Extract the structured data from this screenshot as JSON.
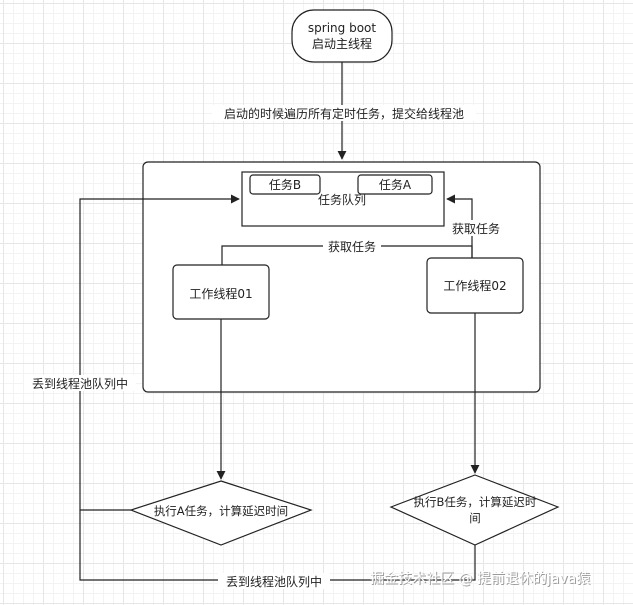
{
  "nodes": {
    "start_line1": "spring boot",
    "start_line2": "启动主线程",
    "task_b": "任务B",
    "task_a": "任务A",
    "task_queue": "任务队列",
    "worker1": "工作线程01",
    "worker2": "工作线程02",
    "decision_a": "执行A任务，计算延迟时间",
    "decision_b_line1": "执行B任务，计算延迟时",
    "decision_b_line2": "间"
  },
  "edges": {
    "start_to_pool": "启动的时候遍历所有定时任务，提交给线程池",
    "fetch_task_1": "获取任务",
    "fetch_task_2": "获取任务",
    "requeue_left": "丢到线程池队列中",
    "requeue_bottom": "丢到线程池队列中"
  },
  "watermark": "掘金技术社区 @ 提前退休的java猿"
}
